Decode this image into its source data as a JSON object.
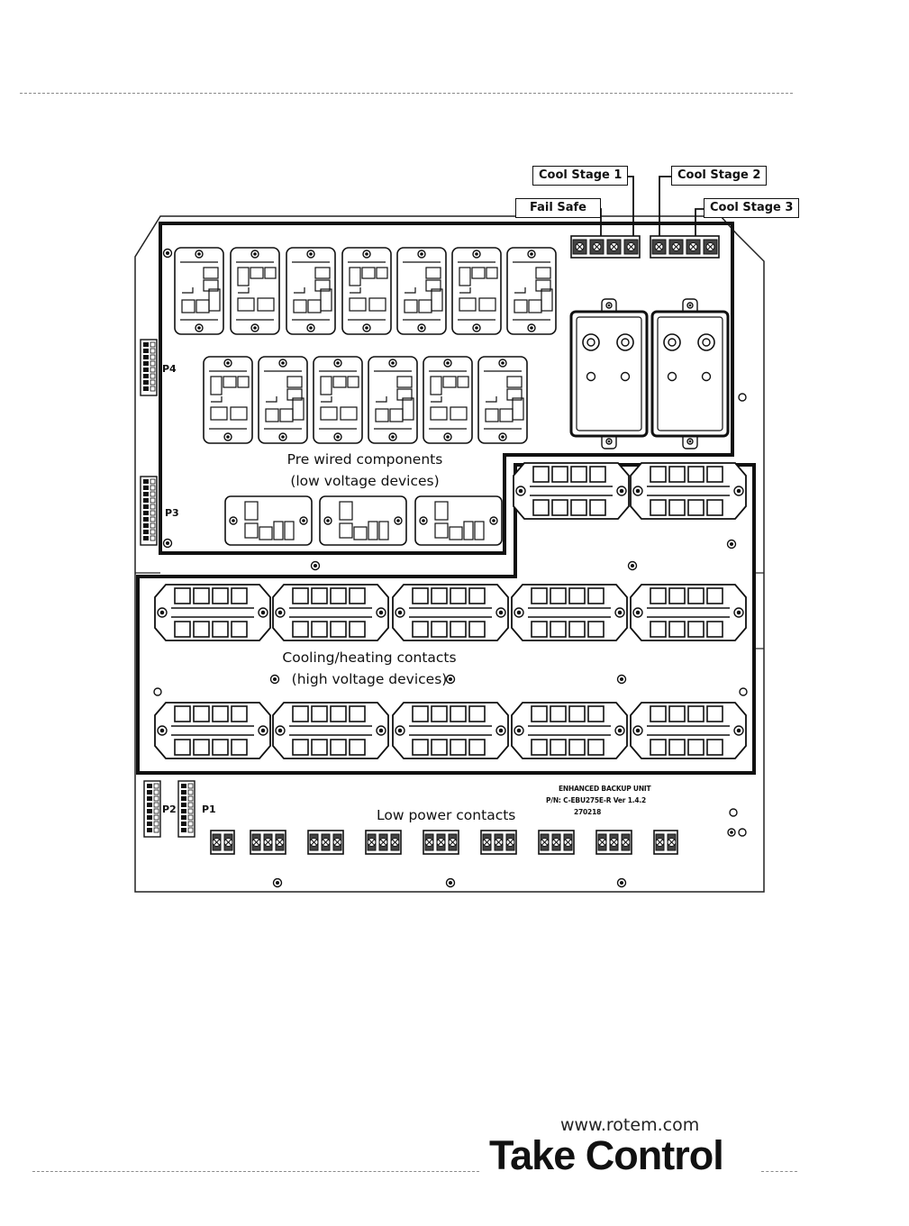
{
  "callouts": {
    "cool_stage_1": "Cool Stage 1",
    "cool_stage_2": "Cool Stage 2",
    "fail_safe": "Fail Safe",
    "cool_stage_3": "Cool Stage 3"
  },
  "zones": {
    "prewired_line1": "Pre wired components",
    "prewired_line2": "(low voltage devices)",
    "cooling_line1": "Cooling/heating contacts",
    "cooling_line2": "(high voltage devices)",
    "low_power": "Low power contacts"
  },
  "ports": {
    "p1": "P1",
    "p2": "P2",
    "p3": "P3",
    "p4": "P4"
  },
  "silkscreen": {
    "line1": "ENHANCED BACKUP UNIT",
    "line2": "P/N: C-EBU275E-R Ver 1.4.2",
    "line3": "270218"
  },
  "footer": {
    "url": "www.rotem.com",
    "tagline": "Take Control"
  }
}
